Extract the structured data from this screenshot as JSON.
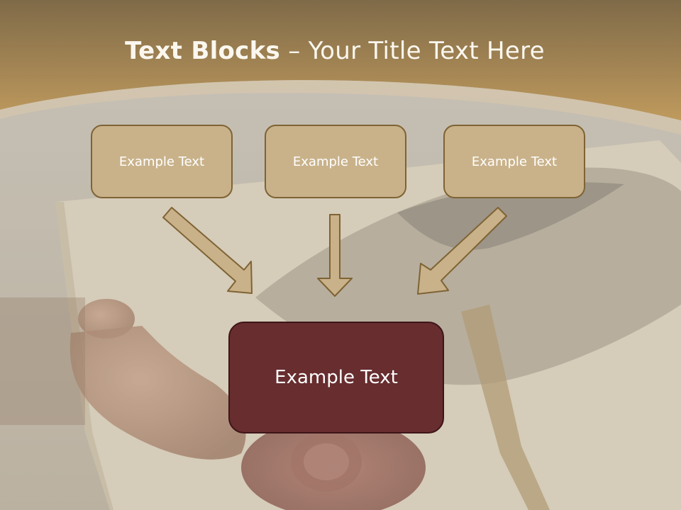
{
  "slide": {
    "title_bold": "Text Blocks",
    "title_dash": " – ",
    "title_rest": "Your Title Text Here"
  },
  "diagram": {
    "top_blocks": [
      {
        "label": "Example Text"
      },
      {
        "label": "Example Text"
      },
      {
        "label": "Example Text"
      }
    ],
    "bottom_block": {
      "label": "Example Text"
    }
  },
  "colors": {
    "header_band": "#a98a55",
    "top_block_fill": "#c9b28a",
    "top_block_border": "#7f6334",
    "bottom_block_fill": "#672d2f",
    "bottom_block_border": "#3e1518",
    "arrow_fill": "#c9b28a",
    "arrow_border": "#7f6334"
  }
}
